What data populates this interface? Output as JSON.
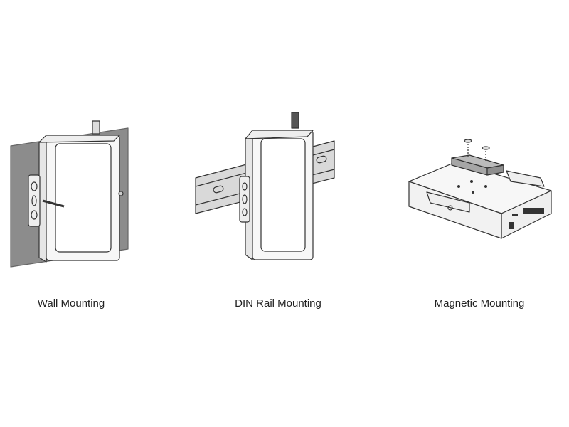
{
  "figures": [
    {
      "id": "wall",
      "caption": "Wall Mounting"
    },
    {
      "id": "din",
      "caption": "DIN Rail Mounting"
    },
    {
      "id": "magnetic",
      "caption": "Magnetic Mounting"
    }
  ],
  "colors": {
    "line": "#333333",
    "wall": "#8c8c8c",
    "rail": "#d9d9d9",
    "magnet": "#a6a6a6"
  }
}
